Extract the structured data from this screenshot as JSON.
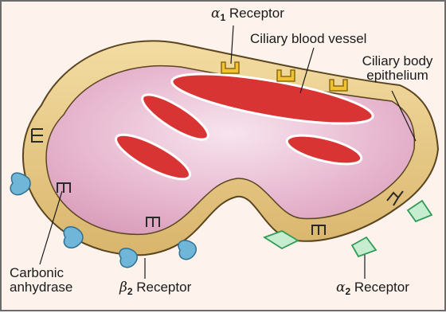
{
  "labels": {
    "alpha1": {
      "symbol": "α",
      "sub": "1",
      "text": "Receptor"
    },
    "ciliary_blood_vessel": "Ciliary blood vessel",
    "ciliary_body_line1": "Ciliary body",
    "ciliary_body_line2": "epithelium",
    "carbonic_line1": "Carbonic",
    "carbonic_line2": "anhydrase",
    "beta2": {
      "symbol": "β",
      "sub": "2",
      "text": "Receptor"
    },
    "alpha2": {
      "symbol": "α",
      "sub": "2",
      "text": "Receptor"
    }
  },
  "colors": {
    "background": "#fdf3ec",
    "epithelium": "#e8c98a",
    "epithelium_edge": "#5a4520",
    "stroma": "#e7b7cf",
    "vessel": "#d93434",
    "receptor_alpha1": "#f1c232",
    "receptor_beta2": "#6fb6d8",
    "receptor_alpha2": "#7ccf9a"
  },
  "icons": {
    "enzyme": "carbonic-anhydrase-icon",
    "alpha1": "alpha1-receptor-icon",
    "beta2": "beta2-receptor-icon",
    "alpha2": "alpha2-receptor-icon"
  }
}
